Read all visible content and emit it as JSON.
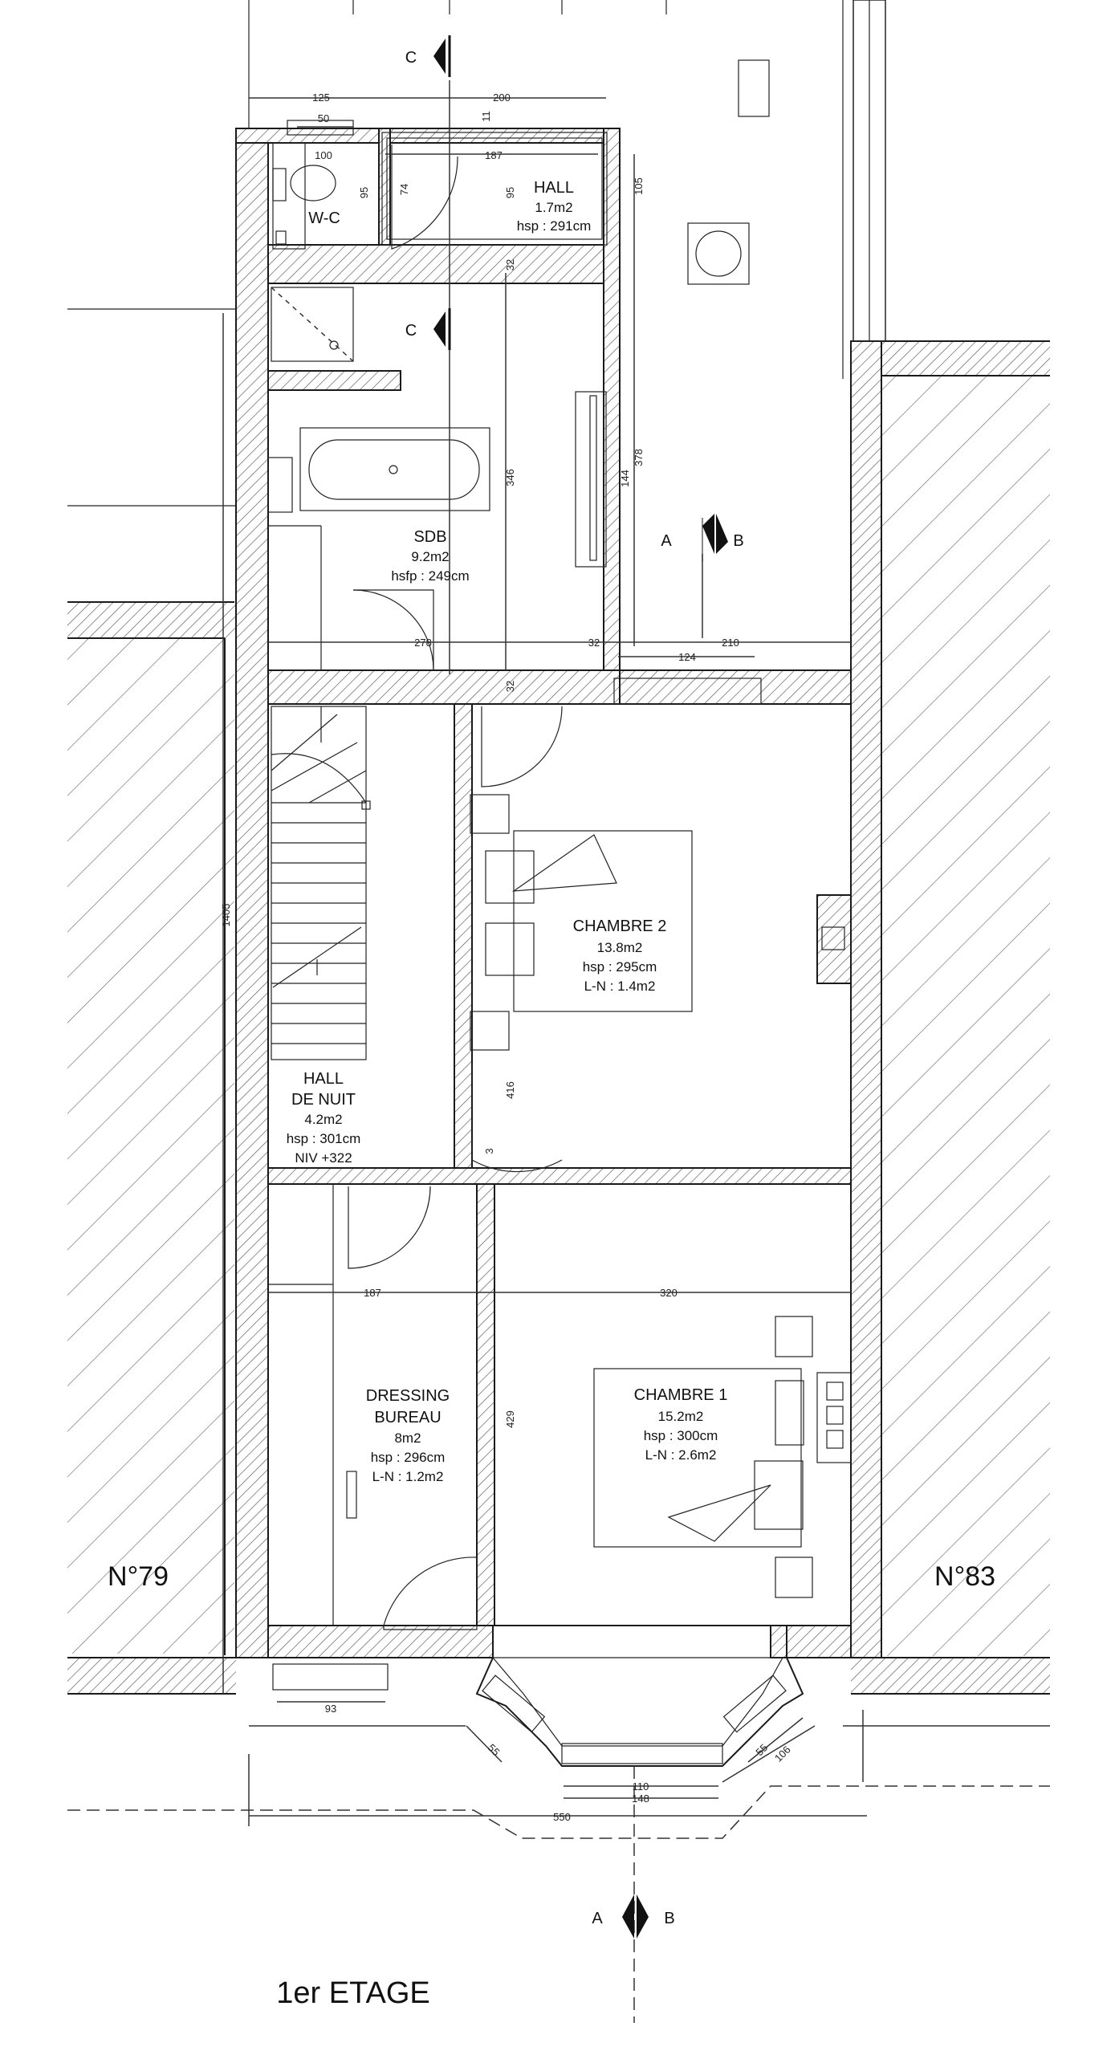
{
  "title": "1er ETAGE",
  "neighbours": {
    "left": "N°79",
    "right": "N°83"
  },
  "rooms": {
    "wc": {
      "name": "W-C"
    },
    "hall": {
      "name": "HALL",
      "area": "1.7m2",
      "height": "hsp : 291cm"
    },
    "sdb": {
      "name": "SDB",
      "area": "9.2m2",
      "height": "hsfp : 249cm"
    },
    "hall_nuit": {
      "name_1": "HALL",
      "name_2": "DE NUIT",
      "area": "4.2m2",
      "height": "hsp : 301cm",
      "level": "NIV +322"
    },
    "chambre2": {
      "name": "CHAMBRE 2",
      "area": "13.8m2",
      "height": "hsp : 295cm",
      "ln": "L-N : 1.4m2"
    },
    "dressing": {
      "name_1": "DRESSING",
      "name_2": "BUREAU",
      "area": "8m2",
      "height": "hsp : 296cm",
      "ln": "L-N : 1.2m2"
    },
    "chambre1": {
      "name": "CHAMBRE 1",
      "area": "15.2m2",
      "height": "hsp : 300cm",
      "ln": "L-N : 2.6m2"
    }
  },
  "section_marks": {
    "c": "C",
    "a": "A",
    "b": "B"
  },
  "dimensions": {
    "d125": "125",
    "d200": "200",
    "d50": "50",
    "d11": "11",
    "d100": "100",
    "d187a": "187",
    "d95a": "95",
    "d74": "74",
    "d95b": "95",
    "d105": "105",
    "d32a": "32",
    "d378": "378",
    "d144": "144",
    "d346": "346",
    "d278": "278",
    "d32b": "32",
    "d124": "124",
    "d210": "210",
    "d32c": "32",
    "d1405": "1405",
    "d416": "416",
    "d3": "3",
    "d187b": "187",
    "d320": "320",
    "d429": "429",
    "d93": "93",
    "d55a": "55",
    "d55b": "55",
    "d106": "106",
    "d110": "110",
    "d148": "148",
    "d550": "550"
  },
  "colors": {
    "line": "#1a1a1a",
    "background": "#ffffff"
  }
}
